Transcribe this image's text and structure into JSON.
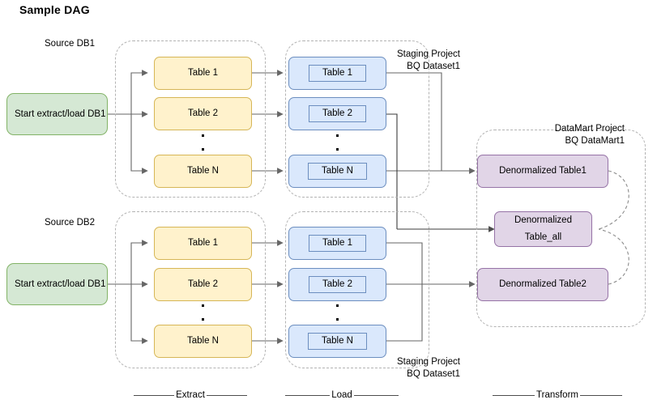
{
  "title": "Sample DAG",
  "groups": {
    "source_db1_label": "Source DB1",
    "source_db2_label": "Source DB2",
    "staging_top_label_line1": "Staging Project",
    "staging_top_label_line2": "BQ Dataset1",
    "staging_bottom_label_line1": "Staging Project",
    "staging_bottom_label_line2": "BQ Dataset1",
    "datamart_label_line1": "DataMart Project",
    "datamart_label_line2": "BQ DataMart1"
  },
  "start_nodes": [
    {
      "id": "start-db1",
      "text": "Start extract/load DB1"
    },
    {
      "id": "start-db2",
      "text": "Start extract/load DB1"
    }
  ],
  "extract_top": [
    {
      "label": "Table 1"
    },
    {
      "label": "Table 2"
    },
    {
      "label": "Table N"
    }
  ],
  "extract_bottom": [
    {
      "label": "Table 1"
    },
    {
      "label": "Table 2"
    },
    {
      "label": "Table N"
    }
  ],
  "load_top": [
    {
      "label": "Table 1"
    },
    {
      "label": "Table 2"
    },
    {
      "label": "Table N"
    }
  ],
  "load_bottom": [
    {
      "label": "Table 1"
    },
    {
      "label": "Table 2"
    },
    {
      "label": "Table N"
    }
  ],
  "transform": [
    {
      "id": "denorm-table1",
      "label": "Denormalized Table1"
    },
    {
      "id": "denorm-table-all",
      "line1": "Denormalized",
      "line2": "Table_all"
    },
    {
      "id": "denorm-table2",
      "label": "Denormalized Table2"
    }
  ],
  "phases": [
    {
      "id": "extract",
      "label": "Extract"
    },
    {
      "id": "load",
      "label": "Load"
    },
    {
      "id": "transform",
      "label": "Transform"
    }
  ],
  "colors": {
    "start_fill": "#d5e8d4",
    "start_stroke": "#82b366",
    "extract_fill": "#fff2cc",
    "extract_stroke": "#d6b656",
    "load_fill": "#dae8fc",
    "load_stroke": "#6c8ebf",
    "transform_fill": "#e1d5e7",
    "transform_stroke": "#9673a6",
    "group_stroke": "#b3b3b3",
    "edge_stroke": "#666666",
    "background": "#ffffff"
  }
}
